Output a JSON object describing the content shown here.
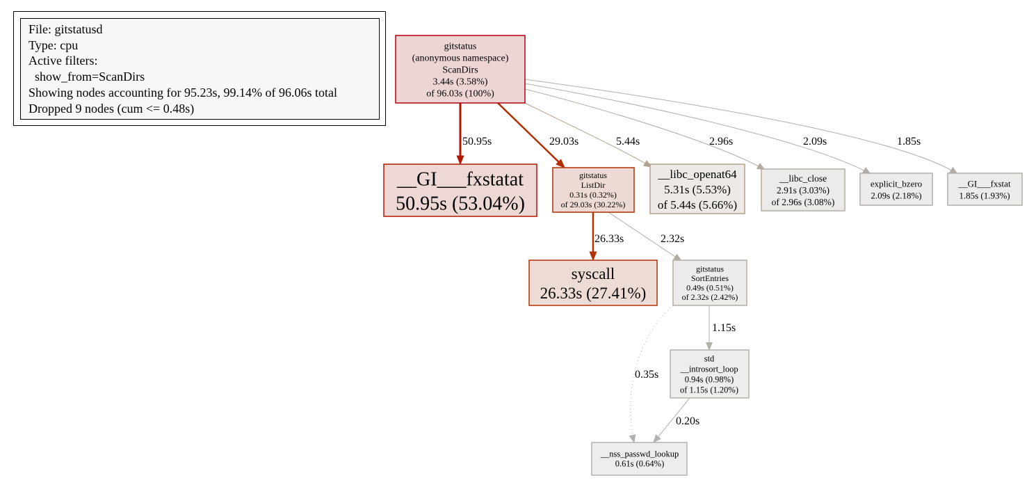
{
  "legend": {
    "file": "File: gitstatusd",
    "type": "Type: cpu",
    "filters_heading": "Active filters:",
    "filter_1": "  show_from=ScanDirs",
    "showing": "Showing nodes accounting for 95.23s, 99.14% of 96.06s total",
    "dropped": "Dropped 9 nodes (cum <= 0.48s)"
  },
  "nodes": [
    {
      "id": "scandirs",
      "lines": [
        "gitstatus",
        "(anonymous namespace)",
        "ScanDirs",
        "3.44s (3.58%)",
        "of 96.03s (100%)"
      ],
      "fill": "#edd5d5",
      "stroke": "#b2000e"
    },
    {
      "id": "gi_fxstatat",
      "lines": [
        "__GI___fxstatat",
        "50.95s (53.04%)"
      ],
      "fill": "#edd8d5",
      "stroke": "#b21600"
    },
    {
      "id": "listdir",
      "lines": [
        "gitstatus",
        "ListDir",
        "0.31s (0.32%)",
        "of 29.03s (30.22%)"
      ],
      "fill": "#eddad5",
      "stroke": "#b22e00"
    },
    {
      "id": "libc_openat64",
      "lines": [
        "__libc_openat64",
        "5.31s (5.53%)",
        "of 5.44s (5.66%)"
      ],
      "fill": "#ede9e5",
      "stroke": "#b2a18c"
    },
    {
      "id": "libc_close",
      "lines": [
        "__libc_close",
        "2.91s (3.03%)",
        "of 2.96s (3.08%)"
      ],
      "fill": "#edebe9",
      "stroke": "#b2aba4"
    },
    {
      "id": "explicit_bzero",
      "lines": [
        "explicit_bzero",
        "2.09s (2.18%)"
      ],
      "fill": "#edecea",
      "stroke": "#b2ada7"
    },
    {
      "id": "gi_fxstat",
      "lines": [
        "__GI___fxstat",
        "1.85s (1.93%)"
      ],
      "fill": "#edeceb",
      "stroke": "#b2ada8"
    },
    {
      "id": "syscall",
      "lines": [
        "syscall",
        "26.33s (27.41%)"
      ],
      "fill": "#eddcd5",
      "stroke": "#b23100"
    },
    {
      "id": "sortentries",
      "lines": [
        "gitstatus",
        "SortEntries",
        "0.49s (0.51%)",
        "of 2.32s (2.42%)"
      ],
      "fill": "#edeceb",
      "stroke": "#b2aca4"
    },
    {
      "id": "introsort_loop",
      "lines": [
        "std",
        "__introsort_loop",
        "0.94s (0.98%)",
        "of 1.15s (1.20%)"
      ],
      "fill": "#ededec",
      "stroke": "#b2b0ab"
    },
    {
      "id": "nss_passwd_lookup",
      "lines": [
        "__nss_passwd_lookup",
        "0.61s (0.64%)"
      ],
      "fill": "#ededed",
      "stroke": "#b2b2b1"
    }
  ],
  "edges": [
    {
      "from": "scandirs",
      "to": "gi_fxstatat",
      "label": "50.95s",
      "color": "#b21600"
    },
    {
      "from": "scandirs",
      "to": "listdir",
      "label": "29.03s",
      "color": "#b22e00"
    },
    {
      "from": "scandirs",
      "to": "libc_openat64",
      "label": "5.44s",
      "color": "#b2a18c"
    },
    {
      "from": "scandirs",
      "to": "libc_close",
      "label": "2.96s",
      "color": "#b2aba4"
    },
    {
      "from": "scandirs",
      "to": "explicit_bzero",
      "label": "2.09s",
      "color": "#b2ada7"
    },
    {
      "from": "scandirs",
      "to": "gi_fxstat",
      "label": "1.85s",
      "color": "#b2ada8"
    },
    {
      "from": "listdir",
      "to": "syscall",
      "label": "26.33s",
      "color": "#b23100"
    },
    {
      "from": "listdir",
      "to": "sortentries",
      "label": "2.32s",
      "color": "#b2aca4"
    },
    {
      "from": "sortentries",
      "to": "introsort_loop",
      "label": "1.15s",
      "color": "#b2b0ab"
    },
    {
      "from": "sortentries",
      "to": "nss_passwd_lookup",
      "label": "0.35s",
      "color": "#b2b2b1",
      "dotted": true
    },
    {
      "from": "introsort_loop",
      "to": "nss_passwd_lookup",
      "label": "0.20s",
      "color": "#b2b2b1"
    }
  ]
}
